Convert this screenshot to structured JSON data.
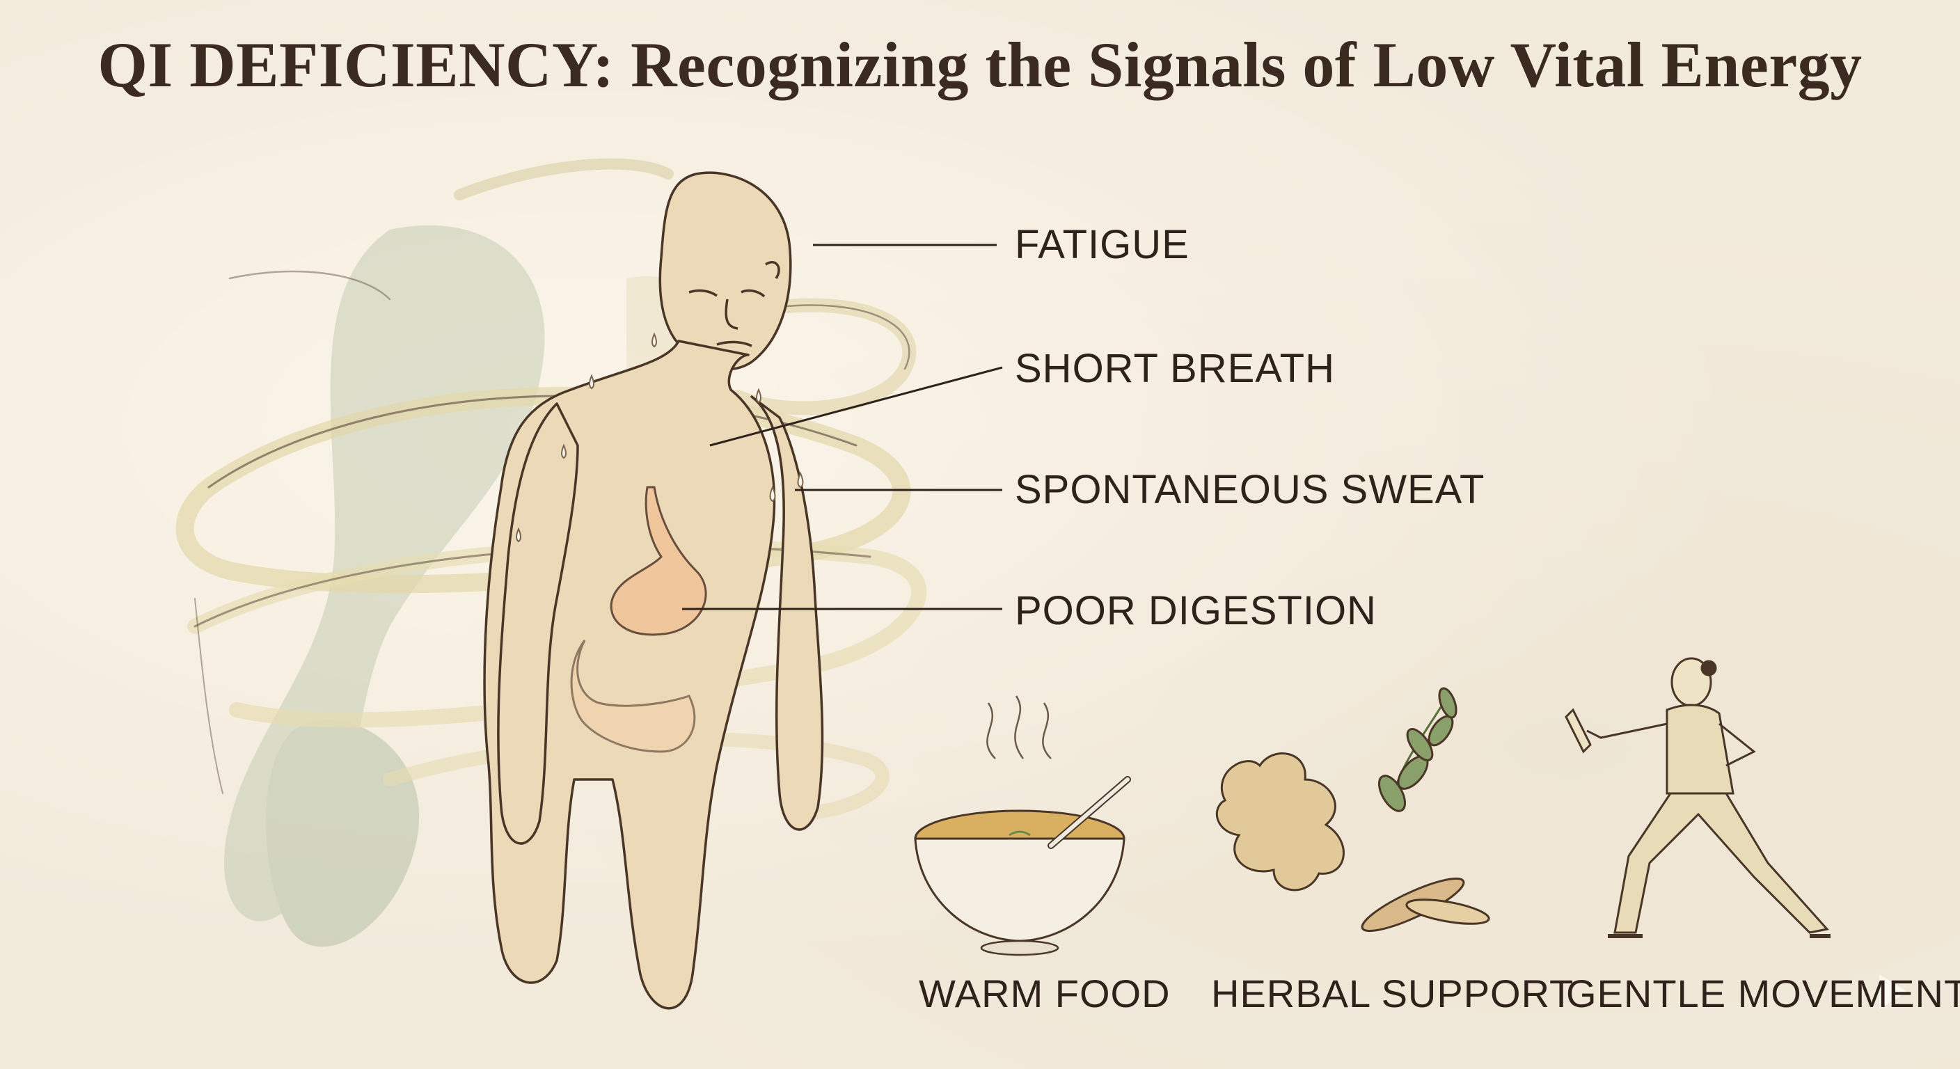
{
  "title": "QI DEFICIENCY: Recognizing the Signals of Low Vital Energy",
  "symptoms": [
    {
      "label": "FATIGUE"
    },
    {
      "label": "SHORT BREATH"
    },
    {
      "label": "SPONTANEOUS SWEAT"
    },
    {
      "label": "POOR DIGESTION"
    }
  ],
  "remedies": [
    {
      "label": "WARM FOOD",
      "icon": "soup-bowl-icon"
    },
    {
      "label": "HERBAL SUPPORT",
      "icon": "ginger-herb-icon"
    },
    {
      "label": "GENTLE MOVEMENT",
      "icon": "tai-chi-figure-icon"
    }
  ],
  "colors": {
    "background": "#f2eadb",
    "ink": "#3b2a20",
    "skin": "#ecd9b8",
    "wash_green": "#a9b89a",
    "swirl": "#e3d7a8"
  }
}
